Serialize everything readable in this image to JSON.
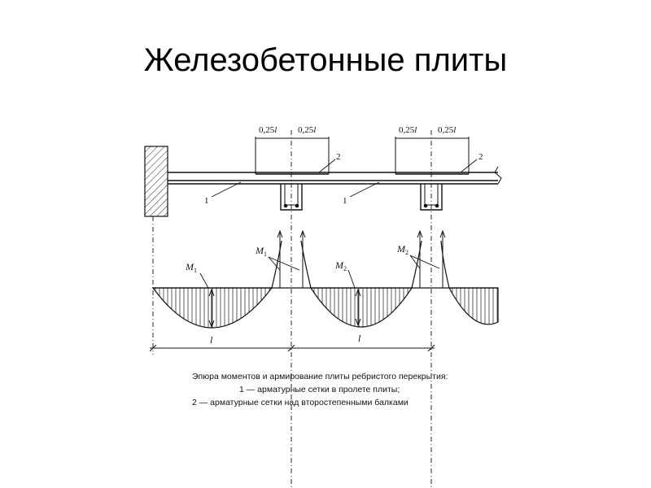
{
  "slide": {
    "title": "Железобетонные плиты"
  },
  "diagram": {
    "dim_left": "0,25",
    "dim_right": "0,25",
    "dim_unit": "l",
    "mesh_label_span": "1",
    "mesh_label_support": "2",
    "moment_span_1": "M",
    "moment_span_1_sub": "1",
    "moment_support_1": "M",
    "moment_support_1_sub": "1",
    "moment_span_2": "M",
    "moment_span_2_sub": "2",
    "moment_support_2": "M",
    "moment_support_2_sub": "2",
    "span_length": "l"
  },
  "caption": {
    "line1": "Эпюра моментов и армирование плиты ребристого перекрытия:",
    "line2": "1 — арматурные сетки в пролете плиты;",
    "line3": "2 — арматурные сетки над второстепенными балками"
  }
}
